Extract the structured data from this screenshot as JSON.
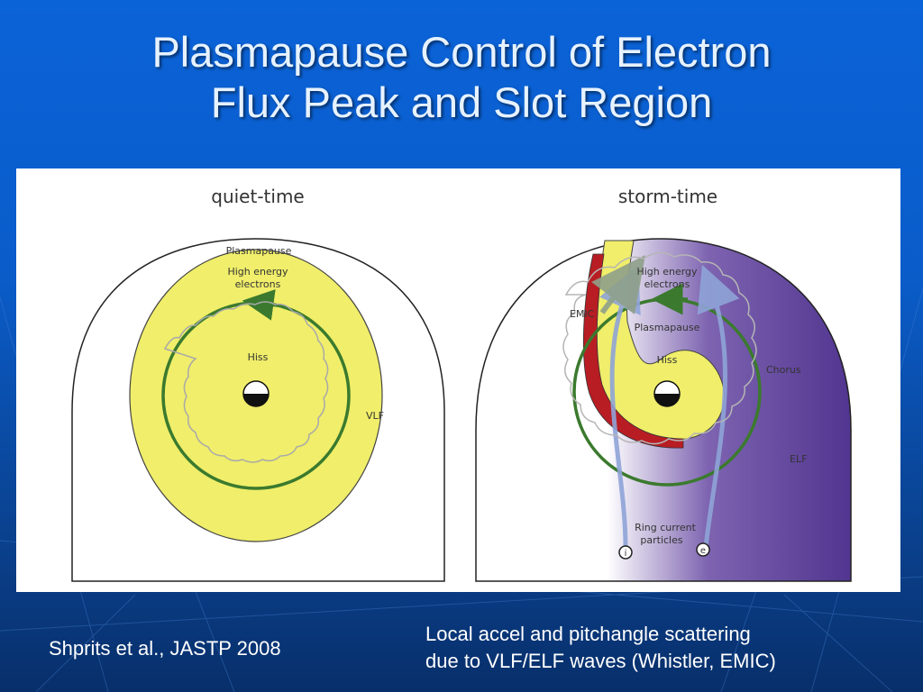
{
  "slide": {
    "title_line1": "Plasmapause Control of Electron",
    "title_line2": "Flux Peak and Slot Region",
    "citation": "Shprits et al., JASTP 2008",
    "caption_line1": "Local accel and pitchangle scattering",
    "caption_line2": "due to VLF/ELF waves (Whistler, EMIC)"
  },
  "figure": {
    "quiet": {
      "heading": "quiet-time",
      "plasmapause": "Plasmapause",
      "electrons_line1": "High energy",
      "electrons_line2": "electrons",
      "hiss": "Hiss",
      "vlf": "VLF"
    },
    "storm": {
      "heading": "storm-time",
      "electrons_line1": "High energy",
      "electrons_line2": "electrons",
      "emic": "EMIC",
      "plasmapause": "Plasmapause",
      "hiss": "Hiss",
      "chorus": "Chorus",
      "elf": "ELF",
      "ring_line1": "Ring current",
      "ring_line2": "particles",
      "ion_symbol": "i",
      "electron_symbol": "e"
    },
    "colors": {
      "plasmasphere": "#f0ee6a",
      "storm_purple": "#5a3d96",
      "electron_path": "#3b7a2e",
      "emic_red": "#b81d24",
      "ring_current_arrow": "#8fa4d8"
    }
  }
}
